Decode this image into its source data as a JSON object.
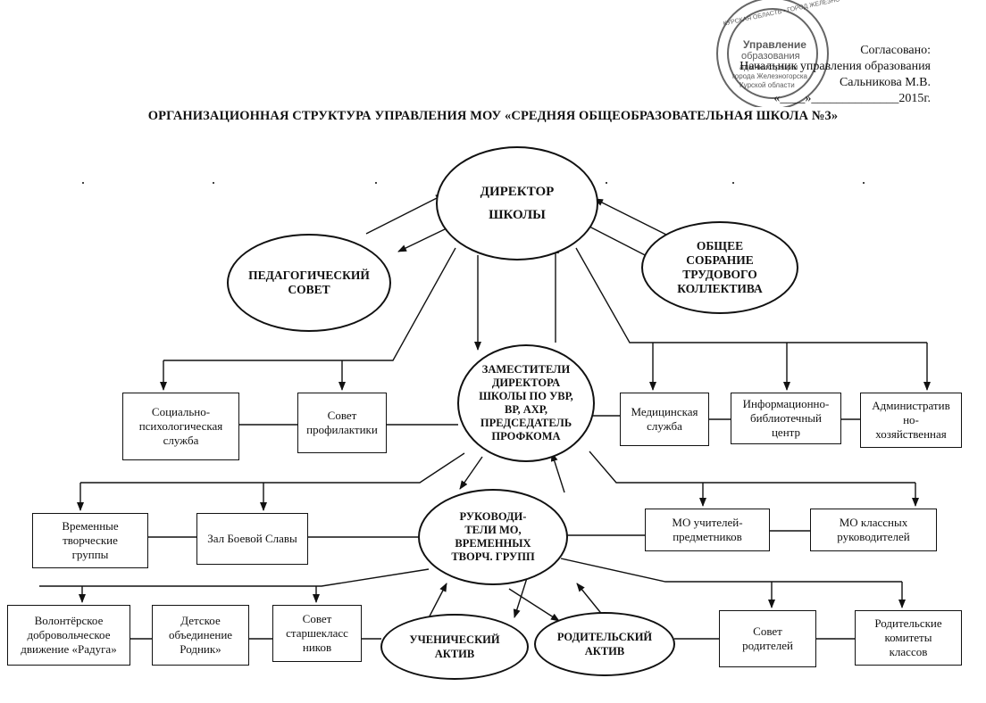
{
  "approval": {
    "line1": "Согласовано:",
    "line2": "Начальник управления образования",
    "line3": "Сальникова М.В.",
    "line4": "«____»______________2015г."
  },
  "stamp": {
    "text1": "Управление",
    "text2": "образования",
    "text3": "администрации",
    "text4": "города Железногорска",
    "text5": "Курской области",
    "ring": "КУРСКАЯ ОБЛАСТЬ • ГОРОД ЖЕЛЕЗНОГОРСК •"
  },
  "title": "ОРГАНИЗАЦИОННАЯ СТРУКТУРА УПРАВЛЕНИЯ МОУ «СРЕДНЯЯ ОБЩЕОБРАЗОВАТЕЛЬНАЯ ШКОЛА №3»",
  "nodes": {
    "director": "ДИРЕКТОР\nШКОЛЫ",
    "ped_council": "ПЕДАГОГИЧЕСКИЙ\nСОВЕТ",
    "general_meeting": "ОБЩЕЕ\nСОБРАНИЕ\nТРУДОВОГО\nКОЛЛЕКТИВА",
    "deputies": "ЗАМЕСТИТЕЛИ\nДИРЕКТОРА\nШКОЛЫ ПО УВР,\nВР, АХР,\nПРЕДСЕДАТЕЛЬ\nПРОФКОМА",
    "social_service": "Социально-\nпсихологическая\nслужба",
    "prevention_council": "Совет\nпрофилактики",
    "medical": "Медицинская\nслужба",
    "library": "Информационно-\nбиблиотечный\nцентр",
    "admin_econ": "Административ\nно-\nхозяйственная",
    "heads": "РУКОВОДИ-\nТЕЛИ МО,\nВРЕМЕННЫХ\nТВОРЧ. ГРУПП",
    "creative_groups": "Временные\nтворческие\nгруппы",
    "glory_hall": "Зал Боевой Славы",
    "mo_teachers": "МО учителей-\nпредметников",
    "mo_class": "МО классных\nруководителей",
    "volunteer": "Волонтёрское\nдобровольческое\nдвижение «Радуга»",
    "rodnik": "Детское\nобъединение\nРодник»",
    "senior_council": "Совет\nстаршекласс\nников",
    "student_active": "УЧЕНИЧЕСКИЙ\nАКТИВ",
    "parent_active": "РОДИТЕЛЬСКИЙ\nАКТИВ",
    "parent_council": "Совет\nродителей",
    "parent_committees": "Родительские\nкомитеты\nклассов"
  }
}
